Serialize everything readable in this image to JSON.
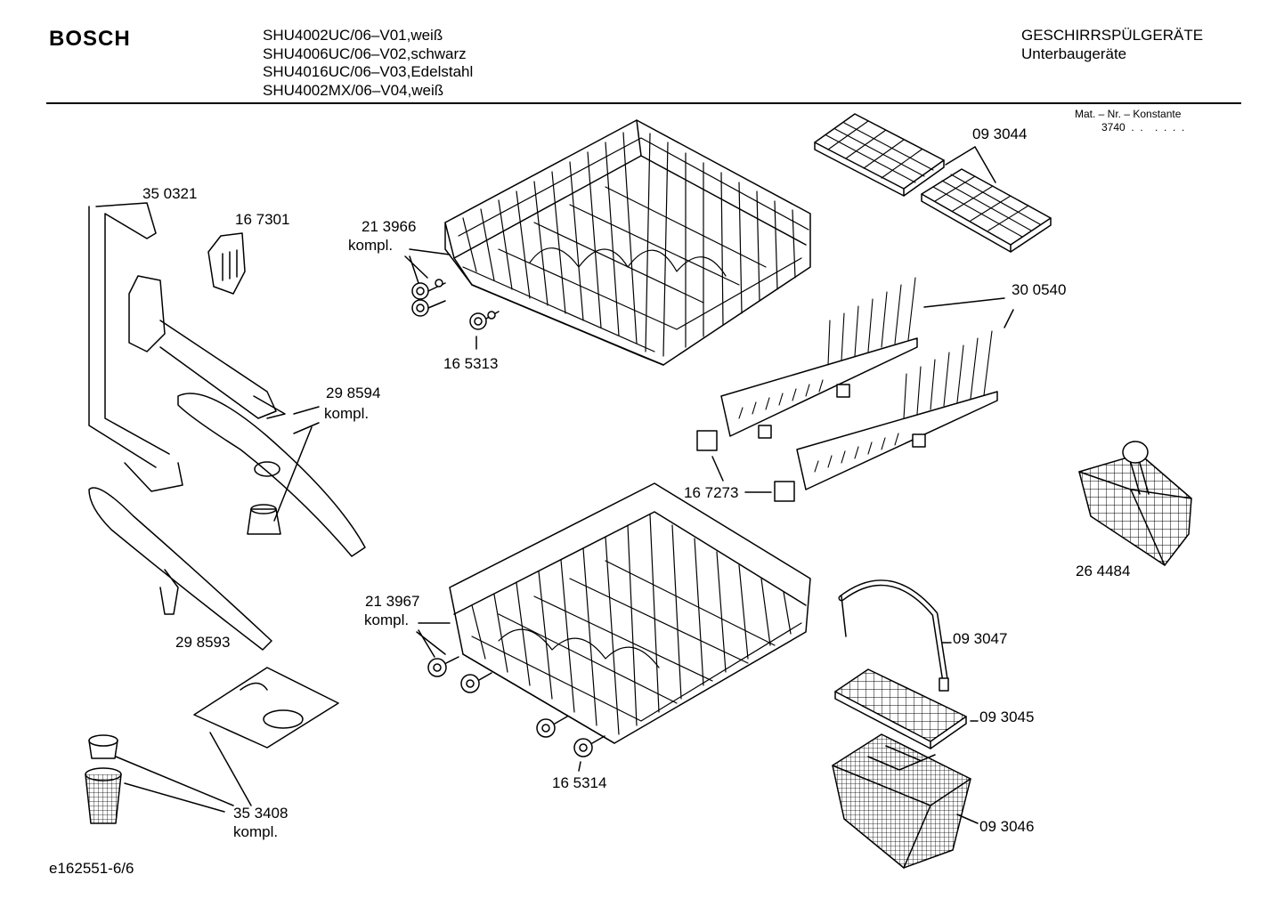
{
  "header": {
    "brand": "BOSCH",
    "models": [
      "SHU4002UC/06–V01,weiß",
      "SHU4006UC/06–V02,schwarz",
      "SHU4016UC/06–V03,Edelstahl",
      "SHU4002MX/06–V04,weiß"
    ],
    "category": "GESCHIRRSPÜLGERÄTE",
    "subcategory": "Unterbaugeräte",
    "mat_label": "Mat. – Nr. – Konstante",
    "mat_value": "3740  .  .    .  .  .  ."
  },
  "parts": {
    "p350321": "35 0321",
    "p167301": "16 7301",
    "p213966": "21 3966",
    "p213966_sub": "kompl.",
    "p165313": "16 5313",
    "p093044": "09 3044",
    "p300540": "30 0540",
    "p298594": "29 8594",
    "p298594_sub": "kompl.",
    "p167273": "16 7273",
    "p264484": "26 4484",
    "p213967": "21 3967",
    "p213967_sub": "kompl.",
    "p298593": "29 8593",
    "p093047": "09 3047",
    "p093045": "09 3045",
    "p165314": "16 5314",
    "p353408": "35 3408",
    "p353408_sub": "kompl.",
    "p093046": "09 3046"
  },
  "footer": {
    "drawing_id": "e162551-6/6"
  }
}
